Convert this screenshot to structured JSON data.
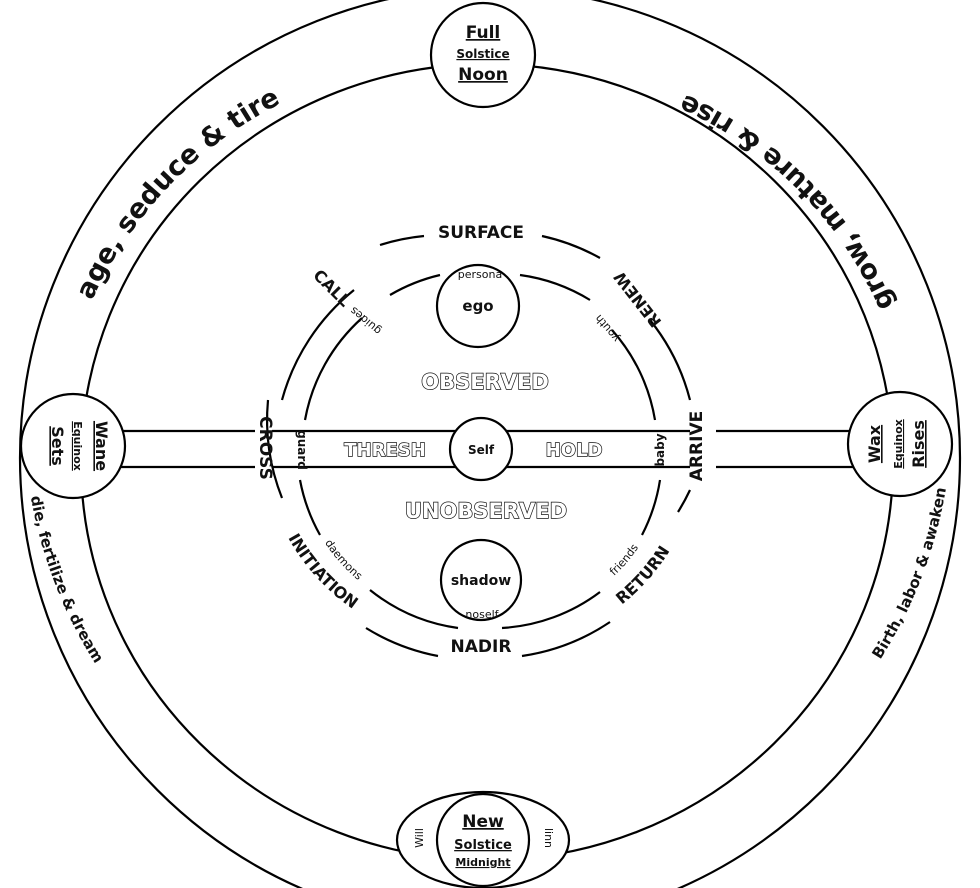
{
  "colors": {
    "stroke": "#000000",
    "background": "#ffffff",
    "text": "#111111"
  },
  "nodes": {
    "full": {
      "title": "Full",
      "sub": "Solstice",
      "time": "Noon"
    },
    "wane": {
      "title": "Wane",
      "sub": "Equinox",
      "time": "Sets"
    },
    "wax": {
      "title": "Wax",
      "sub": "Equinox",
      "time": "Rises"
    },
    "new": {
      "title": "New",
      "sub": "Solstice",
      "time": "Midnight",
      "left": "Will",
      "right": "linn"
    }
  },
  "outer_phrases": {
    "top_left": "age, seduce & tire",
    "top_right": "grow, mature & rise",
    "bottom_left": "die, fertilize & dream",
    "bottom_right": "Birth, labor & awaken"
  },
  "stations": {
    "surface": "SURFACE",
    "nadir": "NADIR",
    "call": "CALL",
    "renew": "RENEW",
    "cross": "CROSS",
    "arrive": "ARRIVE",
    "initiation": "INITIATION",
    "return": "RETURN"
  },
  "figures": {
    "guides": "guides",
    "youth": "youth",
    "guard": "guard",
    "baby": "baby",
    "daemons": "daemons",
    "friends": "friends"
  },
  "center": {
    "persona": "persona",
    "ego": "ego",
    "observed": "OBSERVED",
    "thresh": "THRESH",
    "self": "Self",
    "hold": "HOLD",
    "unobserved": "UNOBSERVED",
    "shadow": "shadow",
    "noself": "noself"
  }
}
